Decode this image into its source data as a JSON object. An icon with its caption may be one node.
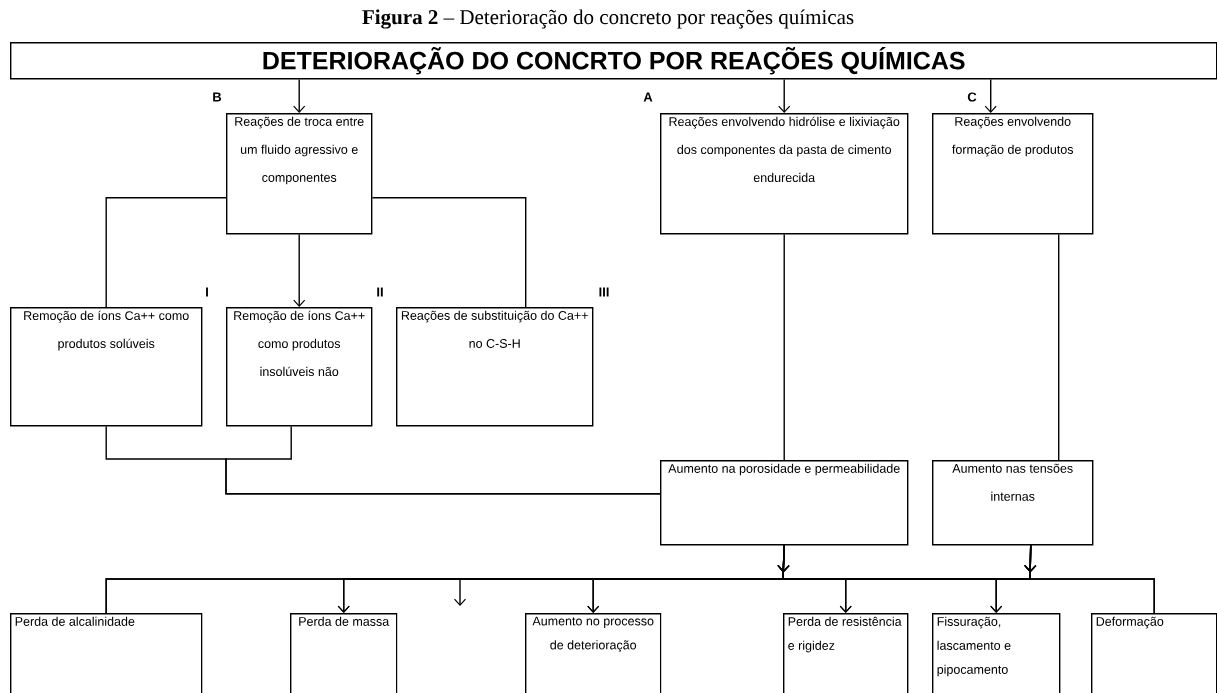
{
  "diagram": {
    "title": "**Figura 2** – Deterioração do concreto por reações químicas",
    "nodes": [
      {
        "text": [
          "DETERIORAÇÃO DO CONCRTO POR REAÇÕES QUÍMICAS"
        ]
      },
      {
        "text": [
          "Reações de troca entre um fluido agressivo e componentes"
        ]
      },
      {
        "text": [
          "Reações envolvendo hidrólise e lixiviação dos componentes da pasta de cimento endurecida"
        ]
      },
      {
        "text": [
          "Reações envolvendo formação de produtos"
        ]
      },
      {
        "text": [
          "Remoção de íons Ca++ como produtos solúveis"
        ]
      },
      {
        "text": [
          "Remoção de íons Ca++ como produtos insolúveis não"
        ]
      },
      {
        "text": [
          "Reações de substituição do Ca++ no C-S-H"
        ]
      },
      {
        "text": [
          "Aumento na porosidade e permeabilidade"
        ]
      },
      {
        "text": [
          "Aumento nas tensões internas"
        ]
      },
      {
        "text": [
          "Perda de alcalinidade"
        ]
      },
      {
        "text": [
          "Perda de massa"
        ]
      },
      {
        "text": [
          "Aumento no processo de deterioração"
        ]
      },
      {
        "text": [
          "Perda de resistência e rigidez"
        ]
      },
      {
        "text": [
          "Fissuração, lascamento e pipocamento"
        ]
      },
      {
        "text": [
          "Deformação"
        ]
      }
    ],
    "edges": [
      {
        "from": 0,
        "to": 1,
        "arrow": "to"
      },
      {
        "from": 0,
        "to": 2,
        "arrow": "to"
      },
      {
        "from": 0,
        "to": 3,
        "arrow": "to"
      },
      {
        "from": 1,
        "to": 4,
        "arrow": "none"
      },
      {
        "from": 1,
        "to": 5,
        "arrow": "to"
      },
      {
        "from": 1,
        "to": 6,
        "arrow": "none"
      },
      {
        "from": 4,
        "to": 7,
        "arrow": "none"
      },
      {
        "from": 5,
        "to": 7,
        "arrow": "none"
      },
      {
        "from": 2,
        "to": 7,
        "arrow": "none"
      },
      {
        "from": 3,
        "to": 8,
        "arrow": "none"
      },
      {
        "from": 7,
        "to": 9,
        "arrow": "to"
      },
      {
        "from": 7,
        "to": 10,
        "arrow": "to"
      },
      {
        "from": 7,
        "to": 11,
        "arrow": "to"
      },
      {
        "from": 7,
        "to": 12,
        "arrow": "to"
      },
      {
        "from": 7,
        "to": 13,
        "arrow": "to"
      },
      {
        "from": 7,
        "to": 14,
        "arrow": "to"
      },
      {
        "from": 8,
        "to": 9,
        "arrow": "to"
      },
      {
        "from": 8,
        "to": 10,
        "arrow": "to"
      },
      {
        "from": 8,
        "to": 11,
        "arrow": "to"
      },
      {
        "from": 8,
        "to": 12,
        "arrow": "to"
      },
      {
        "from": 8,
        "to": 13,
        "arrow": "to"
      },
      {
        "from": 8,
        "to": 14,
        "arrow": "to"
      },
      {
        "from": 7,
        "to": null,
        "arrow": "to"
      }
    ],
    "labels": [
      "B",
      "A",
      "C",
      "I",
      "II",
      "III"
    ]
  }
}
